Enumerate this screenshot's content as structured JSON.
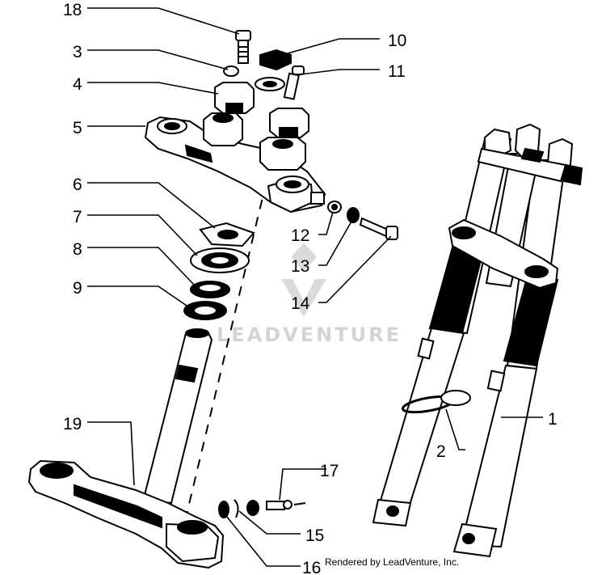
{
  "callouts": [
    "18",
    "3",
    "4",
    "5",
    "6",
    "7",
    "8",
    "9",
    "19",
    "10",
    "11",
    "12",
    "13",
    "14",
    "1",
    "2",
    "17",
    "15",
    "16"
  ],
  "watermark": "LEADVENTURE",
  "credit": "Rendered by LeadVenture, Inc.",
  "colors": {
    "ink": "#000000",
    "watermark": "#d4d4d4",
    "background": "#ffffff"
  }
}
